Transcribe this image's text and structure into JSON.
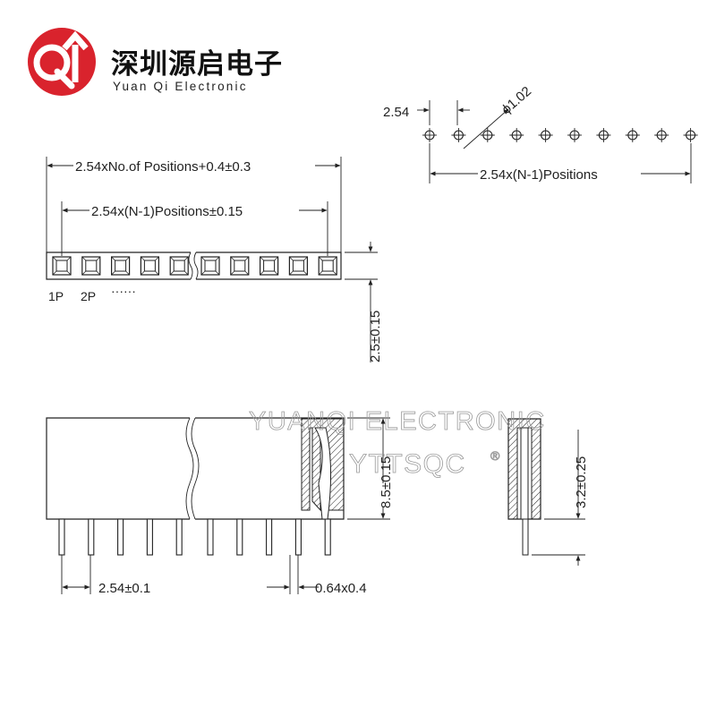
{
  "brand": {
    "name_cn": "深圳源启电子",
    "name_en": "Yuan Qi Electronic",
    "logo_color": "#d9232d"
  },
  "watermark": {
    "line1": "YUANQI ELECTRONIC",
    "line2": "YTTSQC",
    "mark": "®"
  },
  "top_view": {
    "overall_length": "2.54xNo.of  Positions+0.4±0.3",
    "pitch_span": "2.54x(N-1)Positions±0.15",
    "width": "2.5±0.15",
    "pin_labels": [
      "1P",
      "2P",
      "······"
    ],
    "slot_count": 10
  },
  "hole_pattern": {
    "pitch": "2.54",
    "hole_diameter": "ϕ1.02",
    "span": "2.54x(N-1)Positions",
    "hole_count": 10
  },
  "front_view": {
    "height": "8.5±0.15",
    "pin_pitch": "2.54±0.1",
    "pin_size": "0.64x0.4",
    "pin_count": 10
  },
  "side_view": {
    "width": "3.2±0.25"
  }
}
